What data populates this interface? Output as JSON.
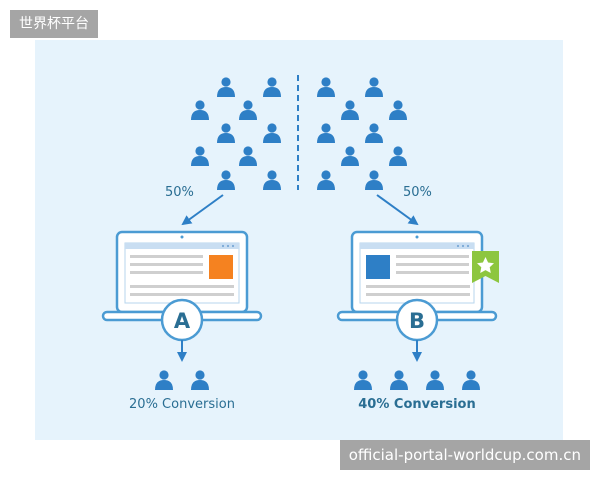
{
  "watermark_top_left": "世界杯平台",
  "watermark_bottom_right": "official-portal-worldcup.com.cn",
  "split": {
    "left_percent": "50%",
    "right_percent": "50%"
  },
  "variant_a": {
    "letter": "A",
    "conversion": "20% Conversion",
    "converted_users": 2
  },
  "variant_b": {
    "letter": "B",
    "conversion": "40% Conversion",
    "converted_users": 4
  },
  "colors": {
    "panel": "#e6f3fc",
    "primary": "#2e7fc6",
    "outline": "#4b9bd3",
    "accent_orange": "#f58220",
    "accent_green": "#8dc63f",
    "label": "#2a6e93"
  },
  "icons": [
    "user-icon",
    "laptop-icon",
    "bookmark-star-icon",
    "arrow-icon"
  ]
}
